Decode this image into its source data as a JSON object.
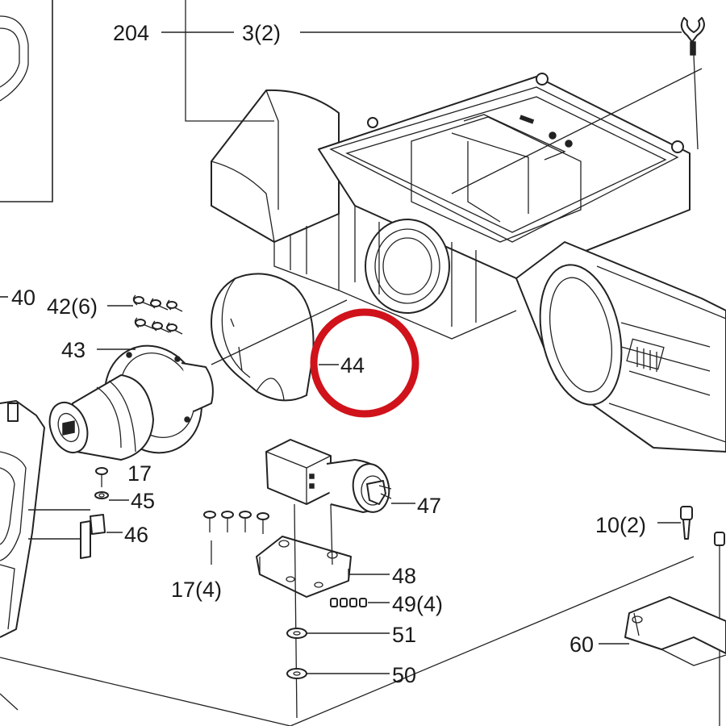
{
  "diagram": {
    "callouts": {
      "c204": "204",
      "c3_2": "3(2)",
      "c40": "40",
      "c42_6": "42(6)",
      "c43": "43",
      "c44": "44",
      "c17": "17",
      "c45": "45",
      "c46": "46",
      "c47": "47",
      "c17_4": "17(4)",
      "c48": "48",
      "c49_4": "49(4)",
      "c51": "51",
      "c50": "50",
      "c10_2": "10(2)",
      "c60": "60"
    },
    "highlight_color": "#d0121b",
    "line_color": "#222222"
  }
}
